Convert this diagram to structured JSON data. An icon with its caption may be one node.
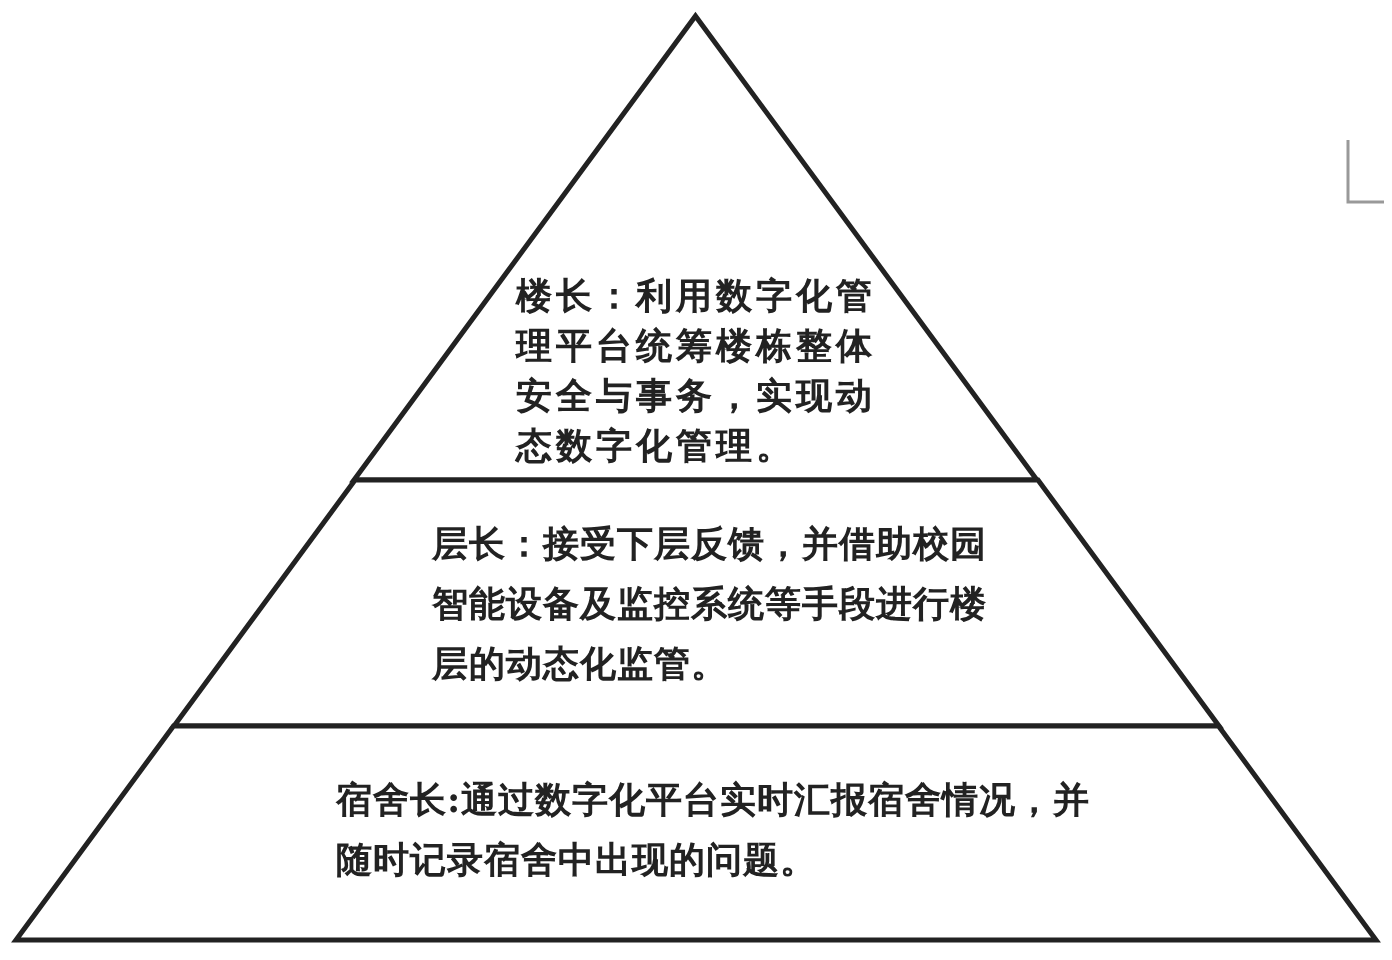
{
  "diagram": {
    "nodes": [
      {
        "text": [
          "楼长：利用数字化管理平台统筹楼栋整体安全与事务，实现动态数字化管理。"
        ]
      },
      {
        "text": [
          "层长：接受下层反馈，并借助校园智能设备及监控系统等手段进行楼层的动态化监管。"
        ]
      },
      {
        "text": [
          "宿舍长:通过数字化平台实时汇报宿舍情况，并随时记录宿舍中出现的问题。"
        ]
      }
    ]
  }
}
